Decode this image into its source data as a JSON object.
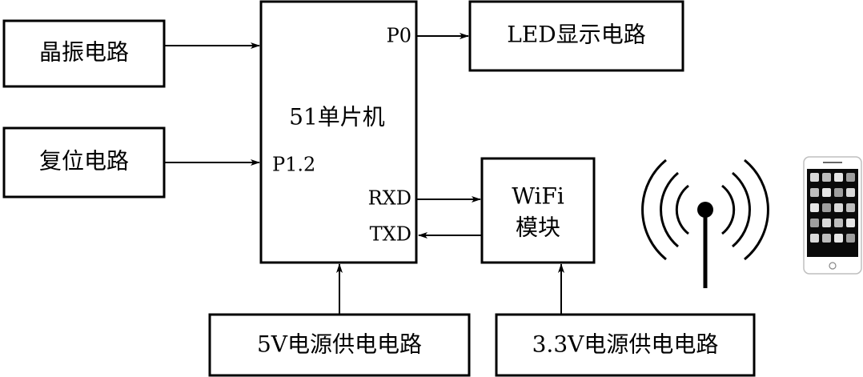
{
  "blocks": {
    "crystal": "晶振电路",
    "reset": "复位电路",
    "mcu": "51单片机",
    "led": "LED显示电路",
    "wifi_line1": "WiFi",
    "wifi_line2": "模块",
    "power5v": "5V电源供电电路",
    "power33v": "3.3V电源供电电路"
  },
  "pins": {
    "p0": "P0",
    "p12": "P1.2",
    "rxd": "RXD",
    "txd": "TXD"
  },
  "icons": {
    "antenna": "wireless-antenna-icon",
    "phone": "smartphone-icon"
  }
}
